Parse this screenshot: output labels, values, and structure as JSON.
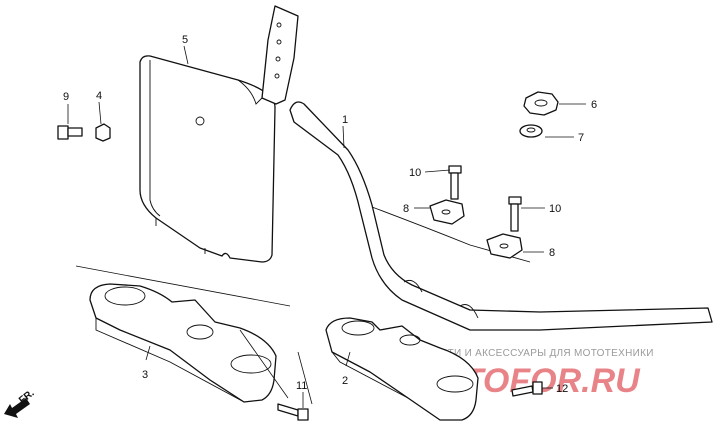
{
  "diagram": {
    "parts": [
      {
        "id": "handlebar",
        "callout": "1"
      },
      {
        "id": "lower-triple-clamp",
        "callout": "2"
      },
      {
        "id": "upper-triple-clamp",
        "callout": "3"
      },
      {
        "id": "bolt-4",
        "callout": "4"
      },
      {
        "id": "number-plate",
        "callout": "5"
      },
      {
        "id": "nut",
        "callout": "6"
      },
      {
        "id": "washer",
        "callout": "7"
      },
      {
        "id": "holder-left",
        "callout": "8"
      },
      {
        "id": "holder-right",
        "callout": "8"
      },
      {
        "id": "bolt-9",
        "callout": "9"
      },
      {
        "id": "bolt-10-left",
        "callout": "10"
      },
      {
        "id": "bolt-10-right",
        "callout": "10"
      },
      {
        "id": "bolt-11",
        "callout": "11"
      },
      {
        "id": "bolt-12",
        "callout": "12"
      }
    ],
    "direction_label": "FR."
  },
  "watermark": {
    "text": "ЗАПЧАСТИ И АКСЕССУАРЫ ДЛЯ МОТОТЕХНИКИ",
    "logo": "MOTOFOR.RU"
  }
}
